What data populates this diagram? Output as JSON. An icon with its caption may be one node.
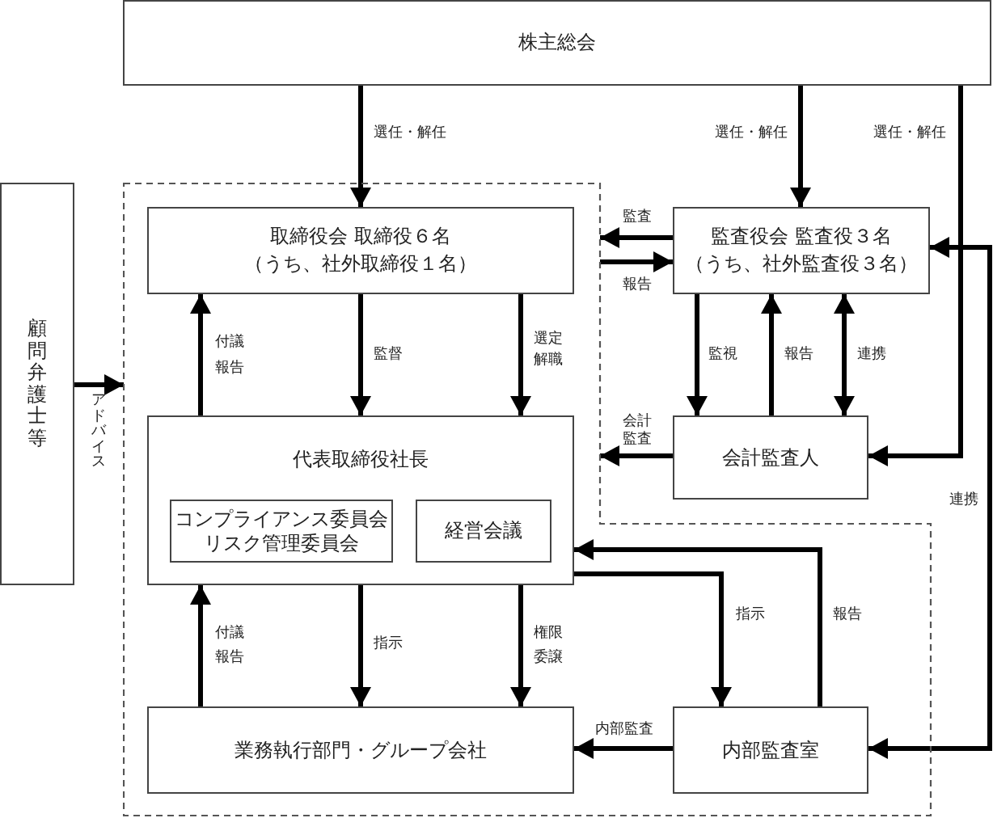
{
  "diagram": {
    "nodes": [
      {
        "text": [
          "株主総会"
        ]
      },
      {
        "text": [
          "顧問弁護士等"
        ]
      },
      {
        "text": [],
        "shape": "box"
      },
      {
        "text": [
          "取締役会 取締役６名",
          "（うち、社外取締役１名）"
        ],
        "in": 2
      },
      {
        "text": [
          "監査役会 監査役３名",
          "（うち、社外監査役３名）"
        ]
      },
      {
        "text": [
          "代表取締役社長"
        ],
        "in": 2
      },
      {
        "text": [
          "コンプライアンス委員会",
          "リスク管理委員会"
        ],
        "in": 5
      },
      {
        "text": [
          "経営会議"
        ],
        "in": 5
      },
      {
        "text": [
          "会計監査人"
        ]
      },
      {
        "text": [
          "業務執行部門・グループ会社"
        ],
        "in": 2
      },
      {
        "text": [
          "内部監査室"
        ],
        "in": 2
      }
    ],
    "edges": [
      {
        "from": 0,
        "to": 3,
        "arrow": "to",
        "label": "選任・解任"
      },
      {
        "from": 0,
        "to": 4,
        "arrow": "to",
        "label": "選任・解任"
      },
      {
        "from": 0,
        "to": 8,
        "arrow": "to",
        "label": "選任・解任"
      },
      {
        "from": 4,
        "to": 2,
        "arrow": "to",
        "label": "監査"
      },
      {
        "from": 2,
        "to": 4,
        "arrow": "to",
        "label": "報告"
      },
      {
        "from": 4,
        "to": 8,
        "arrow": "to",
        "label": "監視"
      },
      {
        "from": 8,
        "to": 4,
        "arrow": "to",
        "label": "報告"
      },
      {
        "from": 4,
        "to": 8,
        "arrow": "both",
        "label": "連携"
      },
      {
        "from": 8,
        "to": 2,
        "arrow": "to",
        "label": "会計監査"
      },
      {
        "from": 4,
        "to": 10,
        "arrow": "both",
        "label": "連携"
      },
      {
        "from": 1,
        "to": 2,
        "arrow": "to",
        "label": "アドバイス"
      },
      {
        "from": 3,
        "to": 5,
        "arrow": "to",
        "label": "監督"
      },
      {
        "from": 5,
        "to": 3,
        "arrow": "to",
        "label": "付議報告"
      },
      {
        "from": 3,
        "to": 5,
        "arrow": "to",
        "label": "選定解職"
      },
      {
        "from": 5,
        "to": 9,
        "arrow": "to",
        "label": "指示"
      },
      {
        "from": 9,
        "to": 5,
        "arrow": "to",
        "label": "付議報告"
      },
      {
        "from": 5,
        "to": 9,
        "arrow": "to",
        "label": "権限委譲"
      },
      {
        "from": 5,
        "to": 10,
        "arrow": "to",
        "label": "指示"
      },
      {
        "from": 10,
        "to": 5,
        "arrow": "to",
        "label": "報告"
      },
      {
        "from": 10,
        "to": 9,
        "arrow": "to",
        "label": "内部監査"
      }
    ]
  }
}
